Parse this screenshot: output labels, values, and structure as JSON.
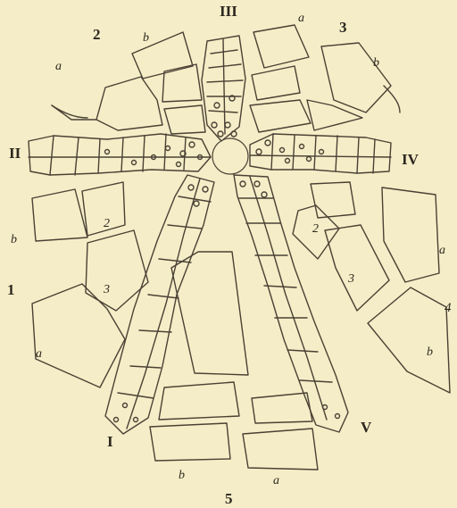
{
  "labels": {
    "roman_III": "III",
    "roman_II": "II",
    "roman_IV": "IV",
    "roman_I": "I",
    "roman_V": "V",
    "num_2_top": "2",
    "num_3_top": "3",
    "num_1_left": "1",
    "num_4_right": "4",
    "num_5_bottom": "5",
    "num_2_inner": "2",
    "num_3_inner_left": "3",
    "num_2_inner_right": "2",
    "num_3_inner_right": "3",
    "a_top_left": "a",
    "b_top_left": "b",
    "a_top_right": "a",
    "b_top_right": "b",
    "b_left": "b",
    "a_left": "a",
    "a_right": "a",
    "b_right": "b",
    "b_bottom": "b",
    "a_bottom": "a"
  },
  "colors": {
    "paper": "#f5edc7",
    "ink": "#4a4135"
  }
}
